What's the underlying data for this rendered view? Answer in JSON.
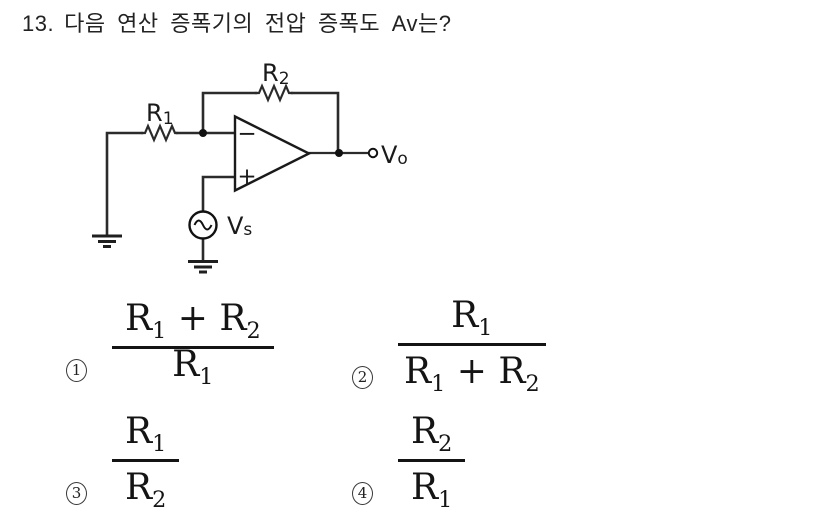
{
  "question": {
    "number": "13.",
    "text": "다음 연산 증폭기의 전압 증폭도 Av는?"
  },
  "circuit": {
    "labels": {
      "r1": {
        "base": "R",
        "sub": "1"
      },
      "r2": {
        "base": "R",
        "sub": "2"
      },
      "source": {
        "base": "V",
        "sub": "s"
      },
      "output": {
        "base": "V",
        "sub": "o"
      },
      "inverting_input": "−",
      "noninverting_input": "+"
    }
  },
  "options": [
    {
      "marker": "1",
      "numerator": "R_1 + R_2",
      "denominator": "R_1"
    },
    {
      "marker": "2",
      "numerator": "R_1",
      "denominator": "R_1 + R_2"
    },
    {
      "marker": "3",
      "numerator": "R_1",
      "denominator": "R_2"
    },
    {
      "marker": "4",
      "numerator": "R_2",
      "denominator": "R_1"
    }
  ],
  "colors": {
    "ink": "#1a1a1a",
    "wire": "#2b2b2b",
    "background": "#ffffff"
  }
}
